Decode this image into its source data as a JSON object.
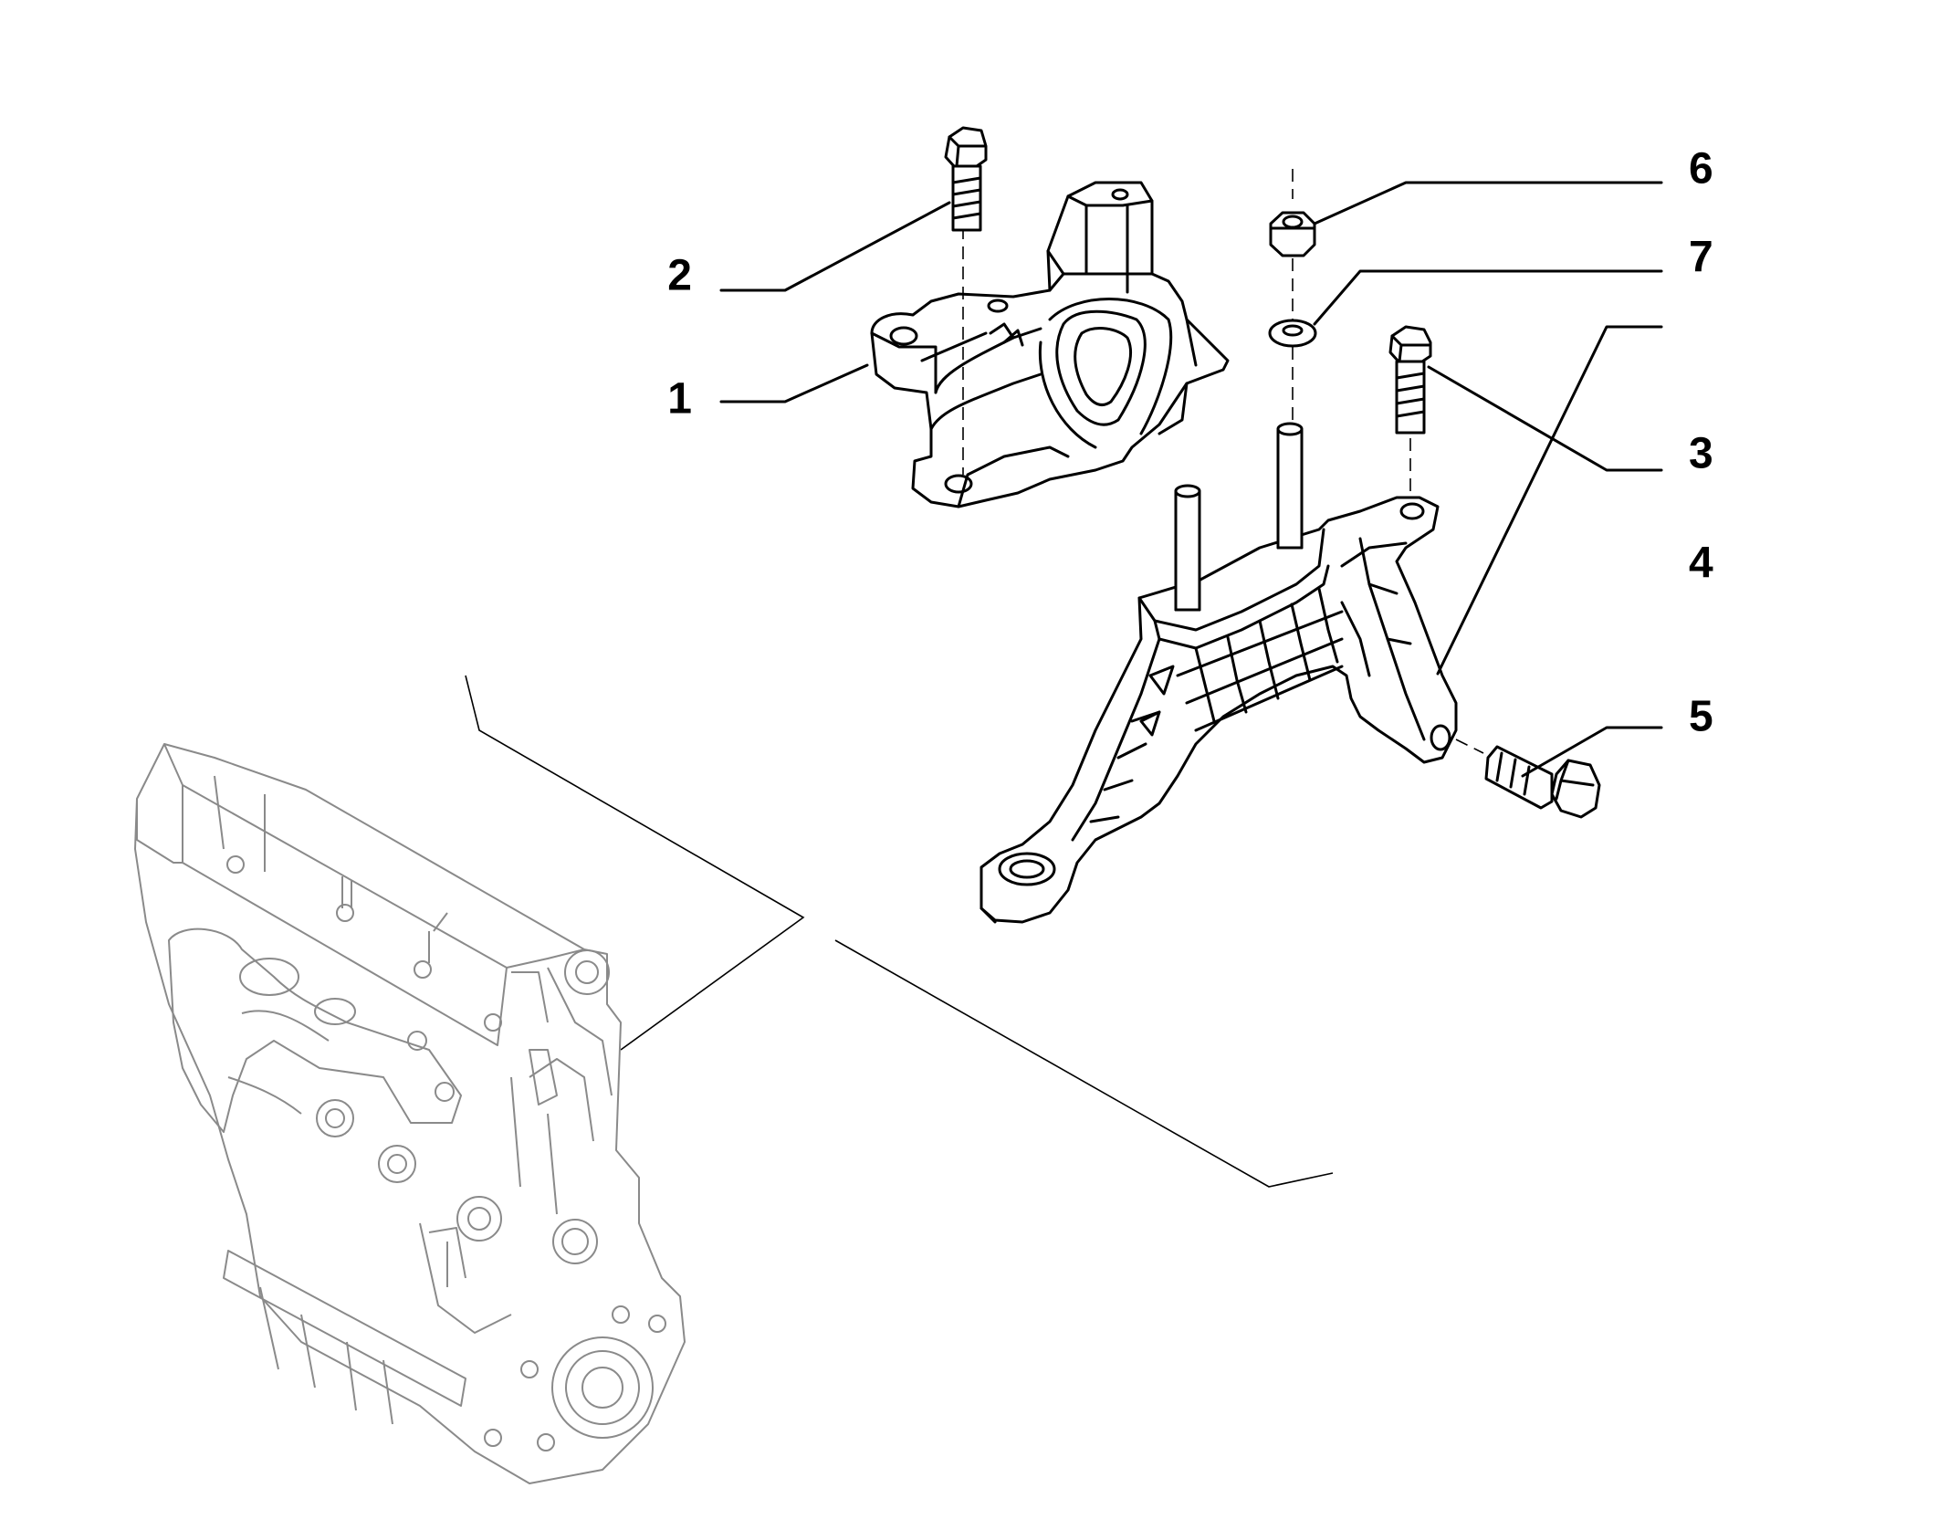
{
  "callouts": [
    {
      "id": "1",
      "label": "1"
    },
    {
      "id": "2",
      "label": "2"
    },
    {
      "id": "3",
      "label": "3"
    },
    {
      "id": "4",
      "label": "4"
    },
    {
      "id": "5",
      "label": "5"
    },
    {
      "id": "6",
      "label": "6"
    },
    {
      "id": "7",
      "label": "7"
    }
  ],
  "parts": [
    {
      "id": "1",
      "icon": "engine-mount-icon"
    },
    {
      "id": "2",
      "icon": "hex-bolt-icon"
    },
    {
      "id": "3",
      "icon": "hex-bolt-icon"
    },
    {
      "id": "4",
      "icon": "mount-bracket-icon"
    },
    {
      "id": "5",
      "icon": "hex-bolt-icon"
    },
    {
      "id": "6",
      "icon": "hex-nut-icon"
    },
    {
      "id": "7",
      "icon": "washer-icon"
    }
  ],
  "engine": {
    "icon": "engine-block-icon"
  },
  "colors": {
    "line": "#000000",
    "engine_line": "#8a8a8a",
    "background": "#ffffff"
  }
}
